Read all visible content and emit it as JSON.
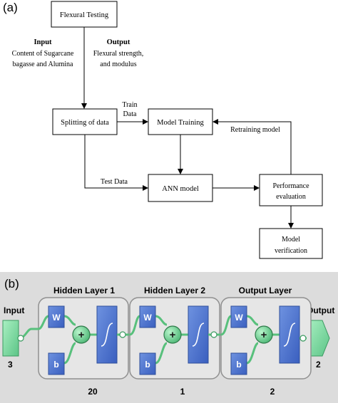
{
  "panel_a": {
    "label": "(a)",
    "flexural_testing": "Flexural Testing",
    "input_title": "Input",
    "input_line1": "Content of Sugarcane",
    "input_line2": "bagasse and Alumina",
    "output_title": "Output",
    "output_line1": "Flexural strength,",
    "output_line2": "and modulus",
    "splitting": "Splitting of data",
    "train_line1": "Train",
    "train_line2": "Data",
    "model_training": "Model Training",
    "retraining": "Retraining model",
    "test_data": "Test Data",
    "ann_model": "ANN model",
    "perf_line1": "Performance",
    "perf_line2": "evaluation",
    "verif_line1": "Model",
    "verif_line2": "verification"
  },
  "panel_b": {
    "label": "(b)",
    "input_label": "Input",
    "input_count": "3",
    "layers": [
      {
        "title": "Hidden Layer 1",
        "neurons": "20"
      },
      {
        "title": "Hidden Layer 2",
        "neurons": "1"
      },
      {
        "title": "Output Layer",
        "neurons": "2"
      }
    ],
    "weight_symbol": "W",
    "bias_symbol": "b",
    "sum_symbol": "+",
    "output_label": "Output",
    "output_count": "2"
  },
  "colors": {
    "box_blue": "#4a73cc",
    "io_green": "#7fd6a0",
    "wire_green": "#58c07c",
    "panel_gray": "#dcdcdc"
  }
}
